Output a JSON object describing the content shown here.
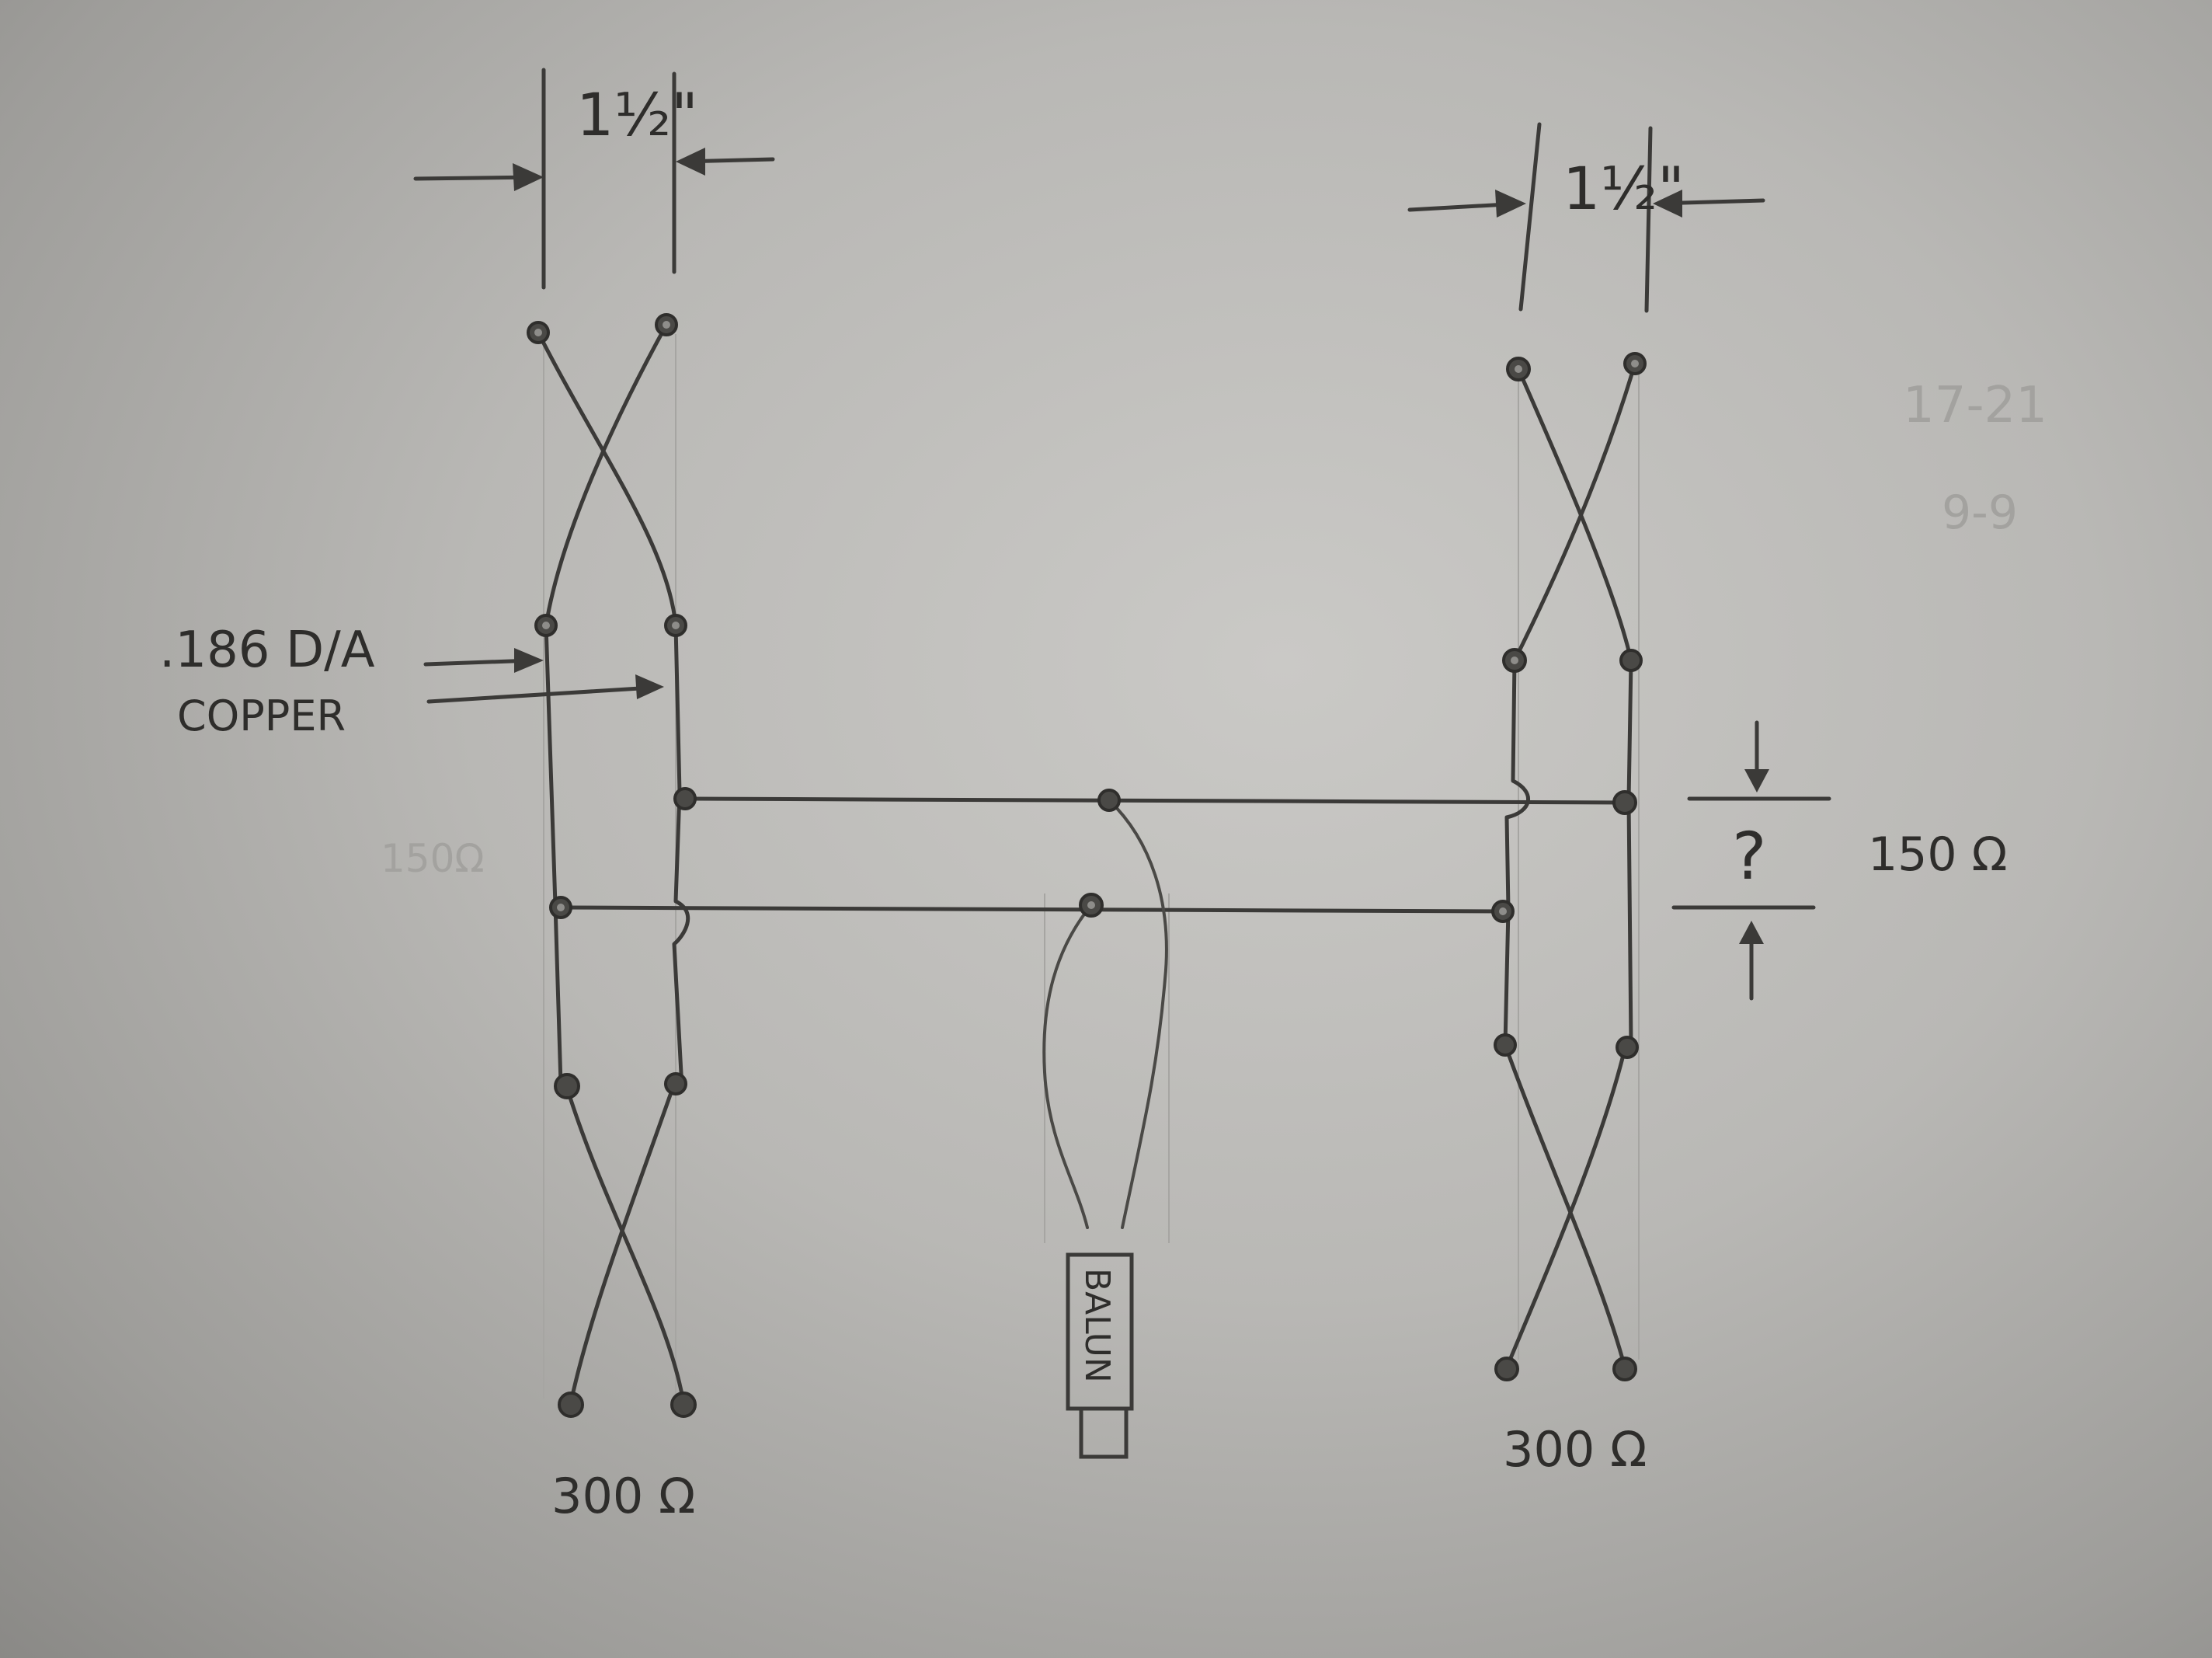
{
  "left_section": {
    "spacing_label": "1½\"",
    "impedance_label": "300 Ω"
  },
  "right_section": {
    "spacing_label": "1½\"",
    "impedance_label": "300 Ω"
  },
  "conductor_note": {
    "line1": ".186 D/A",
    "line2": "COPPER"
  },
  "gap_label": "?",
  "gap_impedance_label": "150 Ω",
  "faint_impedance_label": "150Ω",
  "balun_label": "BALUN",
  "margin_notes": [
    "17-21",
    "9-9"
  ],
  "colors": {
    "paper": "#c4c3c0",
    "pencil": "#3b3a38"
  }
}
